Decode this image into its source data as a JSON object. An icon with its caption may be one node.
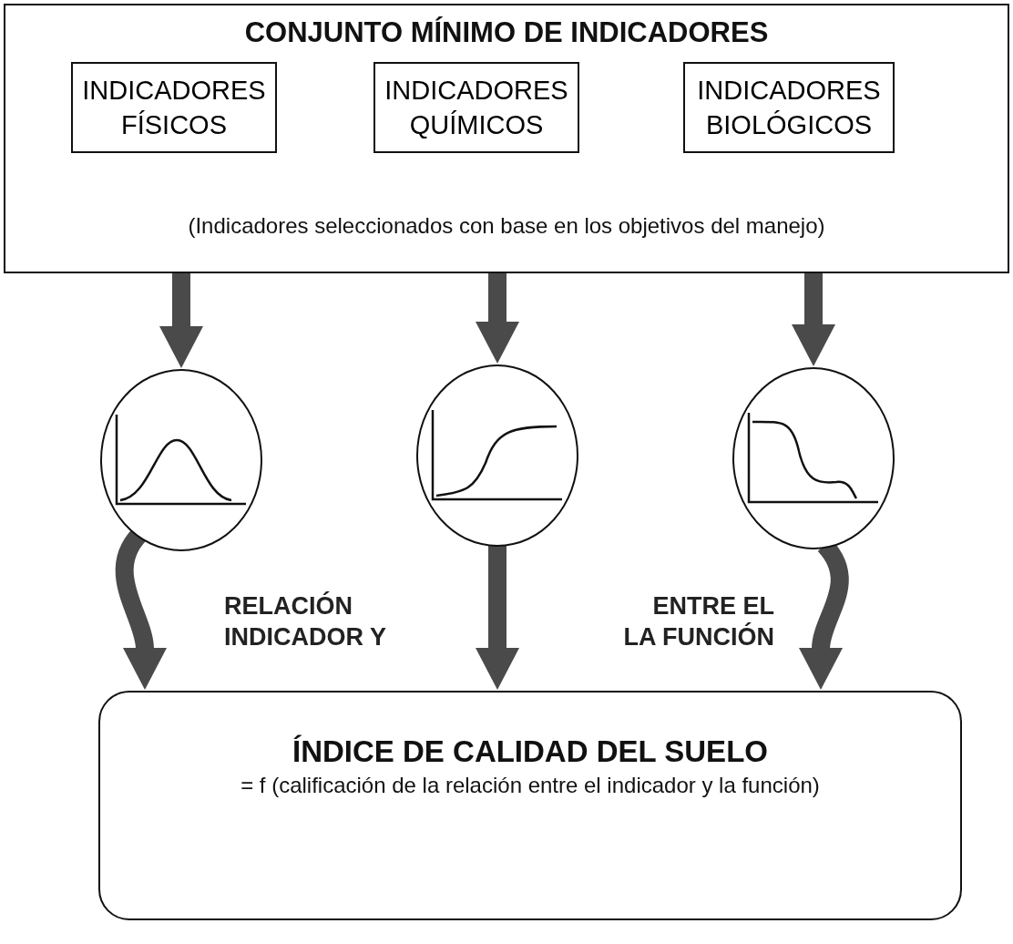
{
  "diagram": {
    "nodes": [
      {
        "text": [
          "CONJUNTO MÍNIMO DE INDICADORES",
          "(Indicadores seleccionados con base en los objetivos del manejo)"
        ]
      },
      {
        "text": [
          "INDICADORES FÍSICOS"
        ],
        "in": 0
      },
      {
        "text": [
          "INDICADORES QUÍMICOS"
        ],
        "in": 0
      },
      {
        "text": [
          "INDICADORES BIOLÓGICOS"
        ],
        "in": 0
      },
      {
        "text": [],
        "shape": "circle"
      },
      {
        "text": [],
        "shape": "circle"
      },
      {
        "text": [],
        "shape": "circle"
      },
      {
        "text": [
          "ÍNDICE DE CALIDAD DEL SUELO",
          "= f (calificación de la relación entre el indicador y la función)"
        ]
      }
    ],
    "edges": [
      {
        "from": 0,
        "to": 4,
        "arrow": "to"
      },
      {
        "from": 0,
        "to": 5,
        "arrow": "to"
      },
      {
        "from": 0,
        "to": 6,
        "arrow": "to"
      },
      {
        "from": 4,
        "to": 7,
        "arrow": "to"
      },
      {
        "from": 5,
        "to": 7,
        "arrow": "to"
      },
      {
        "from": 6,
        "to": 7,
        "arrow": "to"
      }
    ],
    "labels": [
      "RELACIÓN INDICADOR Y",
      "ENTRE EL LA FUNCIÓN"
    ]
  }
}
